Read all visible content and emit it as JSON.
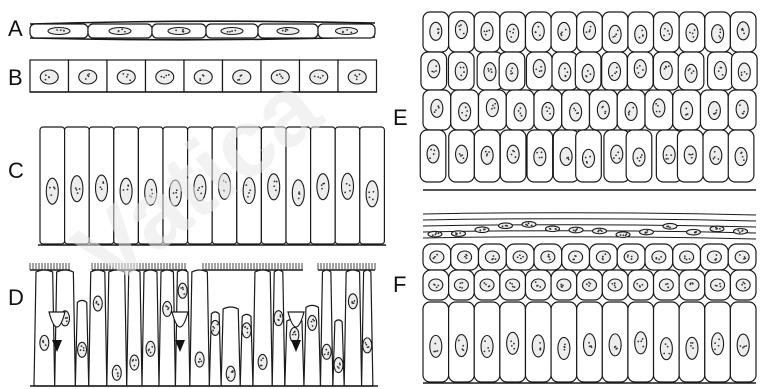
{
  "panels": [
    {
      "id": "A",
      "label": "A"
    },
    {
      "id": "B",
      "label": "B"
    },
    {
      "id": "C",
      "label": "C"
    },
    {
      "id": "D",
      "label": "D"
    },
    {
      "id": "E",
      "label": "E"
    },
    {
      "id": "F",
      "label": "F"
    }
  ],
  "watermark": {
    "text": "Vatica"
  }
}
